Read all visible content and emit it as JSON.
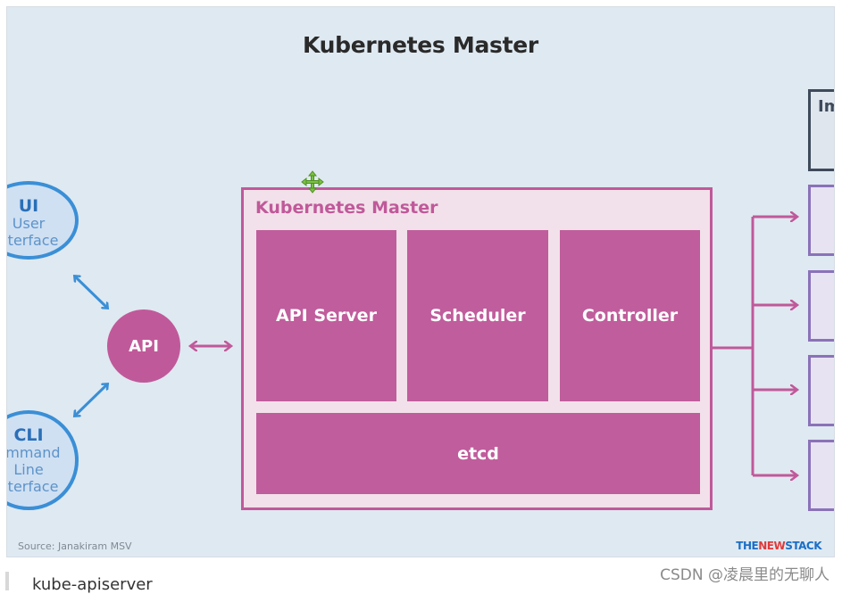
{
  "slide": {
    "title": "Kubernetes Master",
    "source": "Source: Janakiram MSV",
    "brand_part1": "THE",
    "brand_part2": "NEW",
    "brand_part3": "STACK"
  },
  "clients": {
    "ui": {
      "title": "UI",
      "line1": "User",
      "line2": "nterface"
    },
    "cli": {
      "title": "CLI",
      "line1": "ommand",
      "line2": "Line",
      "line3": "nterface"
    }
  },
  "api": {
    "label": "API"
  },
  "master": {
    "label": "Kubernetes Master",
    "components": {
      "api_server": "API Server",
      "scheduler": "Scheduler",
      "controller": "Controller",
      "etcd": "etcd"
    }
  },
  "right_nodes": {
    "partial_label": "Im"
  },
  "footer": {
    "watermark": "CSDN @凌晨里的无聊人",
    "next_text": "kube-apiserver"
  },
  "colors": {
    "magenta": "#c0599a",
    "blue": "#3a8fd6",
    "purple": "#8a72b8",
    "background": "#dfe9f1"
  }
}
